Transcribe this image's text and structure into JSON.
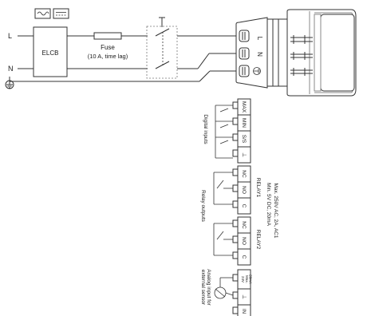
{
  "power": {
    "line_l": "L",
    "line_n": "N",
    "elcb": "ELCB",
    "fuse": "Fuse",
    "fuse_rating": "(10 A, time lag)",
    "ac_symbol": "~",
    "dc_symbol": "⎓"
  },
  "connector": {
    "pin_l": "L",
    "pin_n": "N"
  },
  "terminals": {
    "digital": {
      "group_label": "Digital inputs",
      "pins": [
        "MAX",
        "MIN",
        "S/S",
        "⊥"
      ]
    },
    "relay1": {
      "group_label": "Relay outputs",
      "name": "RELAY1",
      "pins": [
        "NC",
        "NO",
        "C"
      ]
    },
    "relay2": {
      "name": "RELAY2",
      "pins": [
        "NC",
        "NO",
        "C"
      ]
    },
    "relay_spec_line1": "Max. 250V AC, 2A, AC1",
    "relay_spec_line2": "Min. 5V DC, 20mA",
    "analog": {
      "group_label_line1": "Analog input for",
      "group_label_line2": "external sensor",
      "pins": [
        "⊥",
        "IN"
      ],
      "supply_line1": "24V",
      "supply_line2": "Max.",
      "supply_line3": "20mA"
    }
  }
}
